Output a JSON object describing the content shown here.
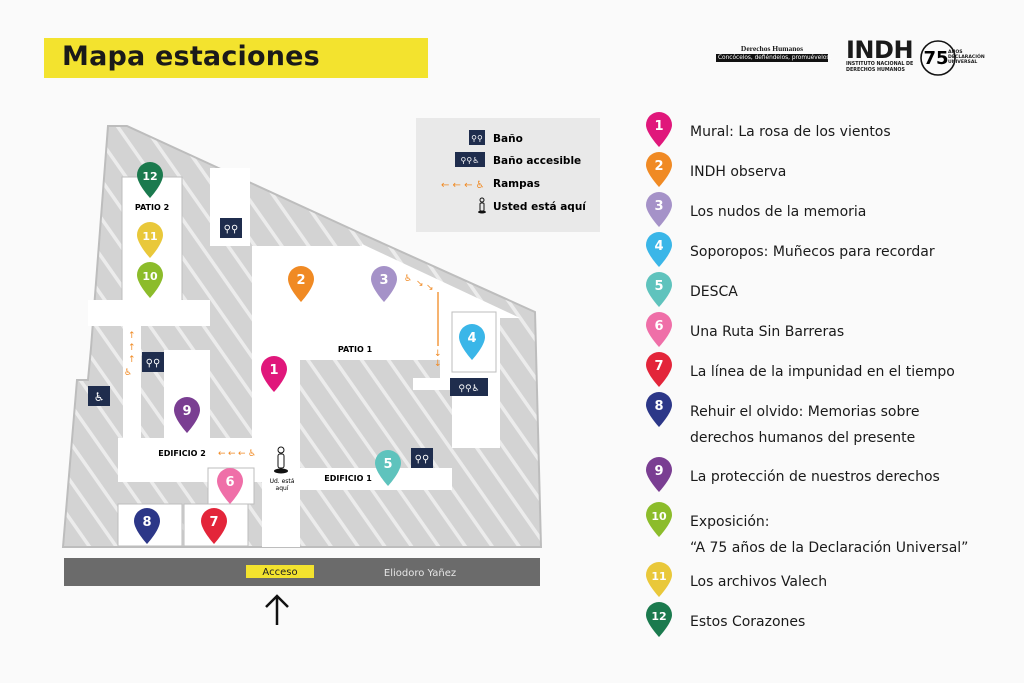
{
  "title": "Mapa estaciones",
  "logos": {
    "dh_top": "Derechos Humanos",
    "dh_bottom": "Concócelos, defiéndelos, promuévelos.",
    "indh": "INDH",
    "indh_line1": "INSTITUTO NACIONAL DE",
    "indh_line2": "DERECHOS HUMANOS",
    "seventy_five": "75",
    "anos": "AÑOS",
    "declaracion": "DECLARACIÓN",
    "universal": "UNIVERSAL"
  },
  "map_labels": {
    "patio1": "PATIO 1",
    "patio2": "PATIO 2",
    "edificio1": "EDIFICIO 1",
    "edificio2": "EDIFICIO 2",
    "acceso": "Acceso",
    "street": "Eliodoro Yañez",
    "you_are_here_1": "Ud. está",
    "you_are_here_2": "aquí"
  },
  "map_key": [
    {
      "icon": "restroom-icon",
      "label": "Baño"
    },
    {
      "icon": "accessible-restroom-icon",
      "label": "Baño accesible"
    },
    {
      "icon": "ramp-arrows-icon",
      "label": "Rampas"
    },
    {
      "icon": "you-are-here-icon",
      "label": "Usted está aquí"
    }
  ],
  "stations": [
    {
      "num": "1",
      "label": "Mural: La rosa de los vientos",
      "color": "#e0177b"
    },
    {
      "num": "2",
      "label": "INDH observa",
      "color": "#f08a24"
    },
    {
      "num": "3",
      "label": "Los nudos de la memoria",
      "color": "#a592c8"
    },
    {
      "num": "4",
      "label": "Soporopos: Muñecos para recordar",
      "color": "#3ab6e8"
    },
    {
      "num": "5",
      "label": "DESCA",
      "color": "#5fc3bd"
    },
    {
      "num": "6",
      "label": "Una Ruta Sin Barreras",
      "color": "#ef6fa8"
    },
    {
      "num": "7",
      "label": "La línea de la impunidad en el tiempo",
      "color": "#e3253a"
    },
    {
      "num": "8",
      "label": "Rehuir el olvido: Memorias sobre",
      "label2": "derechos humanos del presente",
      "color": "#2c3788"
    },
    {
      "num": "9",
      "label": "La protección de nuestros derechos",
      "color": "#7a3e92"
    },
    {
      "num": "10",
      "label": "Exposición:",
      "label2": "“A 75 años de la Declaración Universal”",
      "color": "#8cbc2b"
    },
    {
      "num": "11",
      "label": "Los archivos Valech",
      "color": "#e9c83a"
    },
    {
      "num": "12",
      "label": "Estos Corazones",
      "color": "#1b7a4e"
    }
  ],
  "colors": {
    "accent_yellow": "#f3e32e",
    "navy": "#1f2d4d",
    "ramp_orange": "#f08a24",
    "hatch_gray": "#c9c9c9",
    "street_gray": "#6b6b6b"
  }
}
